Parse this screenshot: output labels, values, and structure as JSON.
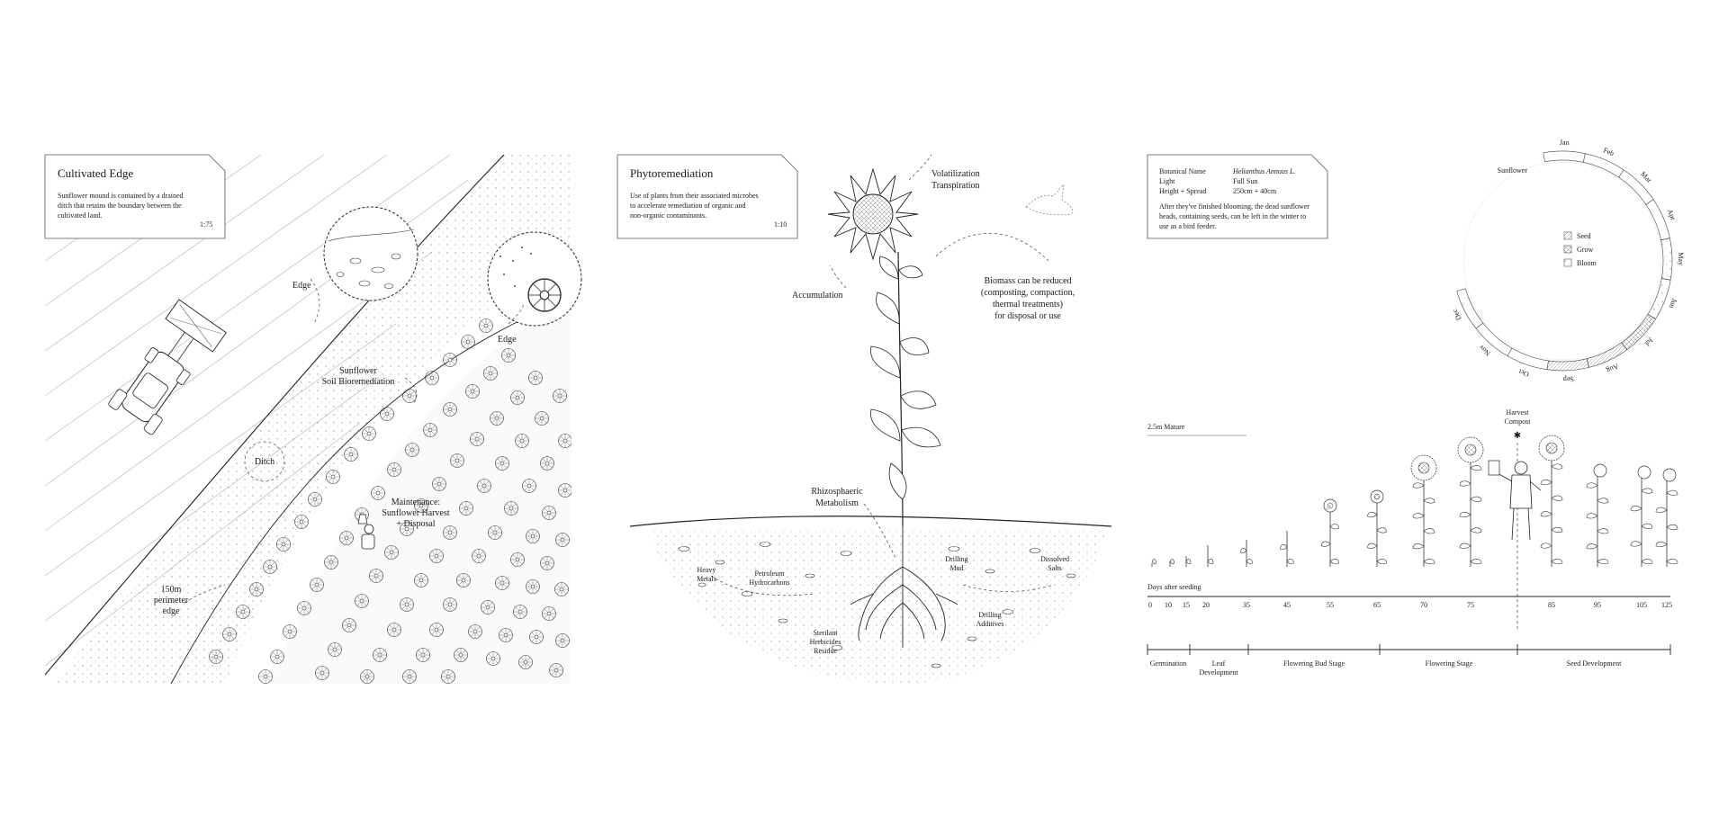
{
  "panel1": {
    "title": "Cultivated Edge",
    "desc_lines": [
      "Sunflower mound is contained by a drained",
      "ditch that retains the boundary between the",
      "cultivated land."
    ],
    "scale": "1:75",
    "labels": {
      "edge_top": "Edge",
      "edge_right": "Edge",
      "bio_1": "Sunflower",
      "bio_2": "Soil Bioremediation",
      "ditch": "Ditch",
      "maint_1": "Maintenance:",
      "maint_2": "Sunflower Harvest",
      "maint_3": "+ Disposal",
      "perim_1": "150m",
      "perim_2": "perimeter",
      "perim_3": "edge"
    }
  },
  "panel2": {
    "title": "Phytoremediation",
    "desc_lines": [
      "Use of plants from their associated microbes",
      "to accelerate remediation of organic and",
      "non-organic contaminants."
    ],
    "scale": "1:10",
    "labels": {
      "vol_1": "Volatilization",
      "vol_2": "Transpiration",
      "accum": "Accumulation",
      "bio_1": "Biomass can be reduced",
      "bio_2": "(composting, compaction,",
      "bio_3": "thermal treatments)",
      "bio_4": "for disposal or use",
      "rhizo_1": "Rhizosphaeric",
      "rhizo_2": "Metabolism",
      "heavy_1": "Heavy",
      "heavy_2": "Metals",
      "petro_1": "Petroleum",
      "petro_2": "Hydrocarbons",
      "drill_mud_1": "Drilling",
      "drill_mud_2": "Mud",
      "dissolved_1": "Dissolved",
      "dissolved_2": "Salts",
      "steril_1": "Sterilant",
      "steril_2": "Herbicides",
      "steril_3": "Residue",
      "drill_add_1": "Drilling",
      "drill_add_2": "Additives"
    }
  },
  "panel3": {
    "info": {
      "bot_label": "Botanical Name",
      "bot_value": "Helianthus Annuus L.",
      "light_label": "Light",
      "light_value": "Full Sun",
      "height_label": "Height + Spread",
      "height_value": "250cm + 40cm",
      "note_1": "After they've finished blooming, the dead sunflower",
      "note_2": "heads, containing seeds, can be left in the winter to",
      "note_3": "use as a bird feeder."
    },
    "calendar": {
      "label": "Sunflower",
      "months": [
        "Jan",
        "Feb",
        "Mar",
        "Apr",
        "May",
        "Jun",
        "Jul",
        "Aug",
        "Sep",
        "Oct",
        "Nov",
        "Dec"
      ],
      "legend": [
        "Seed",
        "Grow",
        "Bloom"
      ]
    },
    "mature_label": "2.5m Mature",
    "harvest_1": "Harvest",
    "harvest_2": "Compost",
    "days_label": "Days after seeding",
    "days": [
      "0",
      "10",
      "15",
      "20",
      "35",
      "45",
      "55",
      "65",
      "70",
      "75",
      "85",
      "95",
      "105",
      "125"
    ],
    "stages": [
      "Germination",
      "Leaf",
      "Development",
      "Flowering Bud Stage",
      "Flowering Stage",
      "Seed Development"
    ]
  }
}
